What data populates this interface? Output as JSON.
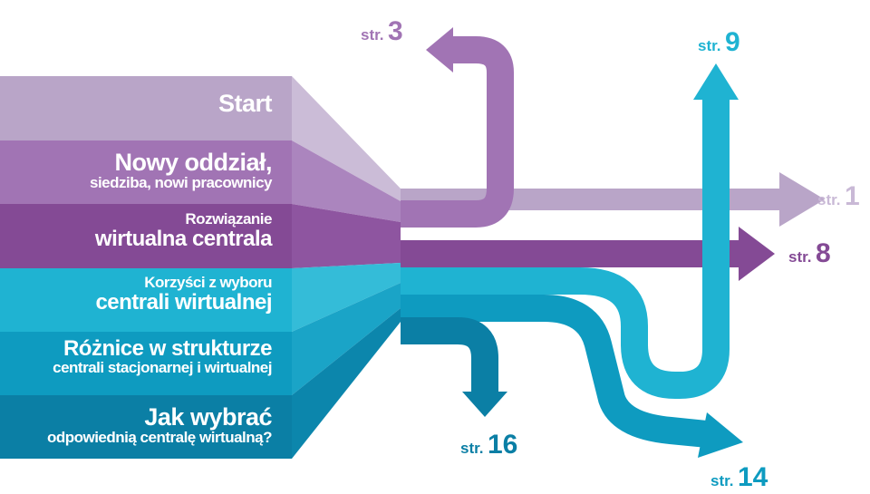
{
  "sections": [
    {
      "title": "Start",
      "subtitle": "",
      "color": "#b9a5c8"
    },
    {
      "title": "Nowy oddział,",
      "subtitle": "siedziba, nowi pracownicy",
      "color": "#a174b4"
    },
    {
      "title": "Rozwiązanie",
      "subtitle": "wirtualna centrala",
      "color": "#844a95"
    },
    {
      "title": "Korzyści z wyboru",
      "subtitle": "centrali wirtualnej",
      "color": "#1fb3d2"
    },
    {
      "title": "Różnice w strukturze",
      "subtitle": "centrali stacjonarnej i wirtualnej",
      "color": "#0e9bc0"
    },
    {
      "title": "Jak wybrać",
      "subtitle": "odpowiednią centralę wirtualną?",
      "color": "#0b7fa5"
    }
  ],
  "page_refs": {
    "start": {
      "label": "str.",
      "number": "1"
    },
    "new_branch": {
      "label": "str.",
      "number": "3"
    },
    "solution": {
      "label": "str.",
      "number": "8"
    },
    "benefits": {
      "label": "str.",
      "number": "9"
    },
    "differences": {
      "label": "str.",
      "number": "14"
    },
    "choose": {
      "label": "str.",
      "number": "16"
    }
  }
}
